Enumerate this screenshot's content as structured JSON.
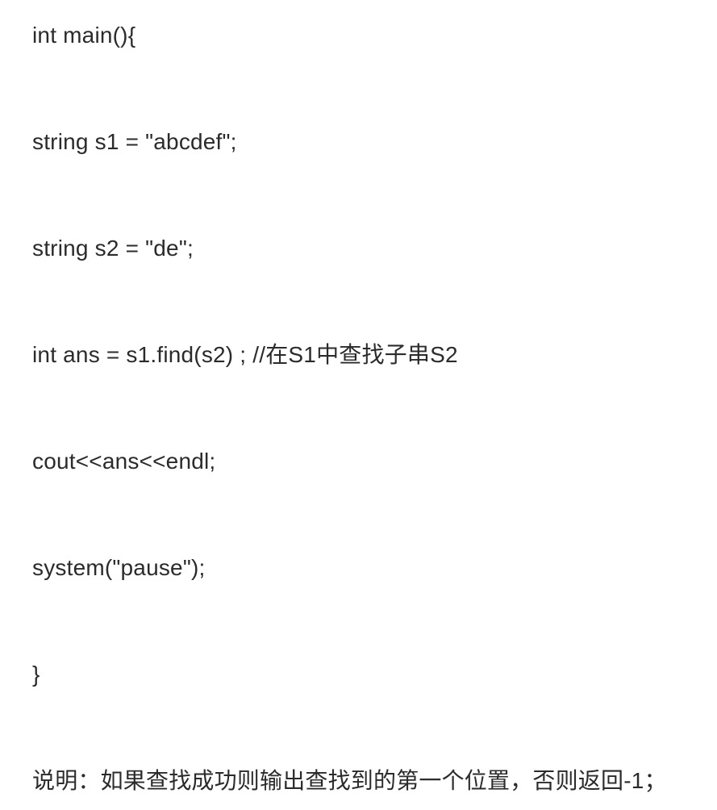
{
  "document": {
    "lines": [
      {
        "text": "int main(){"
      },
      {
        "text": "string s1 = \"abcdef\";"
      },
      {
        "text": "string s2 = \"de\";"
      },
      {
        "text": "int ans = s1.find(s2) ; //在S1中查找子串S2"
      },
      {
        "text": "cout<<ans<<endl;"
      },
      {
        "text": "system(\"pause\");"
      },
      {
        "text": "}"
      },
      {
        "text": "说明：如果查找成功则输出查找到的第一个位置，否则返回-1；"
      }
    ]
  }
}
